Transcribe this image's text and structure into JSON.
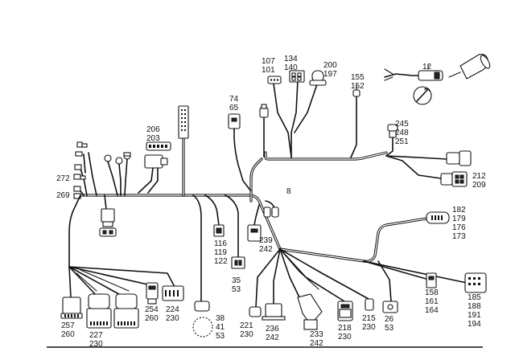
{
  "labels": {
    "l107": "107",
    "l101": "101",
    "l134": "134",
    "l140": "140",
    "l200": "200",
    "l197": "197",
    "l12": "12",
    "l155": "155",
    "l152": "152",
    "l74": "74",
    "l65": "65",
    "l245": "245",
    "l248": "248",
    "l251": "251",
    "l206": "206",
    "l203": "203",
    "l212": "212",
    "l209": "209",
    "l272": "272",
    "l269": "269",
    "l8": "8",
    "l182": "182",
    "l179": "179",
    "l176": "176",
    "l173": "173",
    "l116": "116",
    "l119": "119",
    "l122": "122",
    "l239": "239",
    "l242a": "242",
    "l35": "35",
    "l53a": "53",
    "l158": "158",
    "l161": "161",
    "l164": "164",
    "l185": "185",
    "l188": "188",
    "l191": "191",
    "l194": "194",
    "l254": "254",
    "l260a": "260",
    "l224": "224",
    "l230a": "230",
    "l257": "257",
    "l260b": "260",
    "l227": "227",
    "l230b": "230",
    "l38": "38",
    "l41": "41",
    "l53b": "53",
    "l221": "221",
    "l230c": "230",
    "l236": "236",
    "l242b": "242",
    "l233": "233",
    "l242c": "242",
    "l218": "218",
    "l230d": "230",
    "l215": "215",
    "l230e": "230",
    "l26": "26",
    "l53c": "53"
  }
}
